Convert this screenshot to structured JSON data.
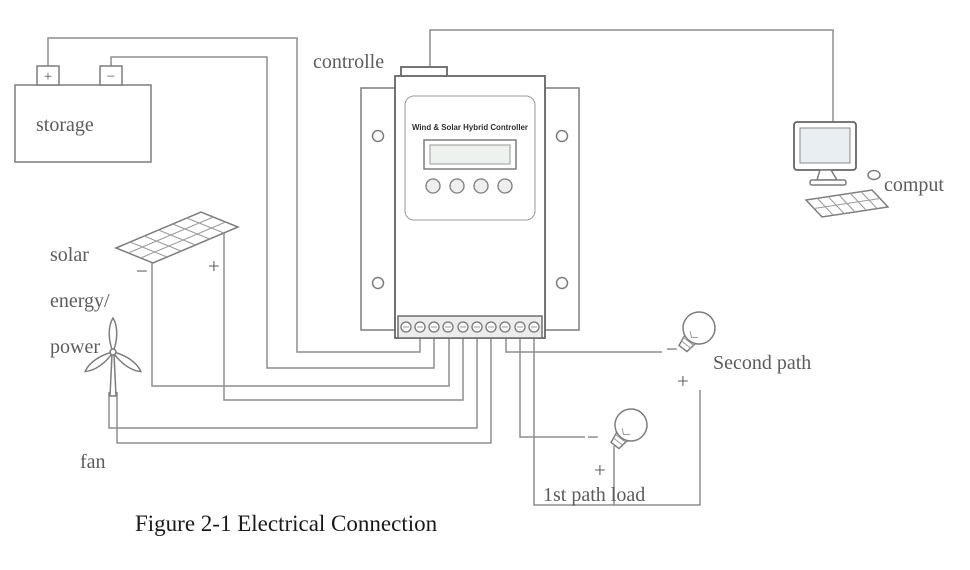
{
  "labels": {
    "controller": "controlle",
    "storage": "storage",
    "solar_line1": "solar",
    "solar_line2": "energy/",
    "solar_line3": "power",
    "fan": "fan",
    "computer": "comput",
    "second_path": "Second path",
    "first_path": "1st path load",
    "caption": "Figure 2-1 Electrical Connection"
  },
  "controller_face": {
    "title": "Wind & Solar Hybrid Controller"
  },
  "marks": {
    "plus": "+",
    "minus": "−"
  },
  "colors": {
    "wire": "#8e8e8e",
    "label_text": "#5c5c5c",
    "caption_text": "#1a1a1a",
    "background": "#ffffff"
  }
}
